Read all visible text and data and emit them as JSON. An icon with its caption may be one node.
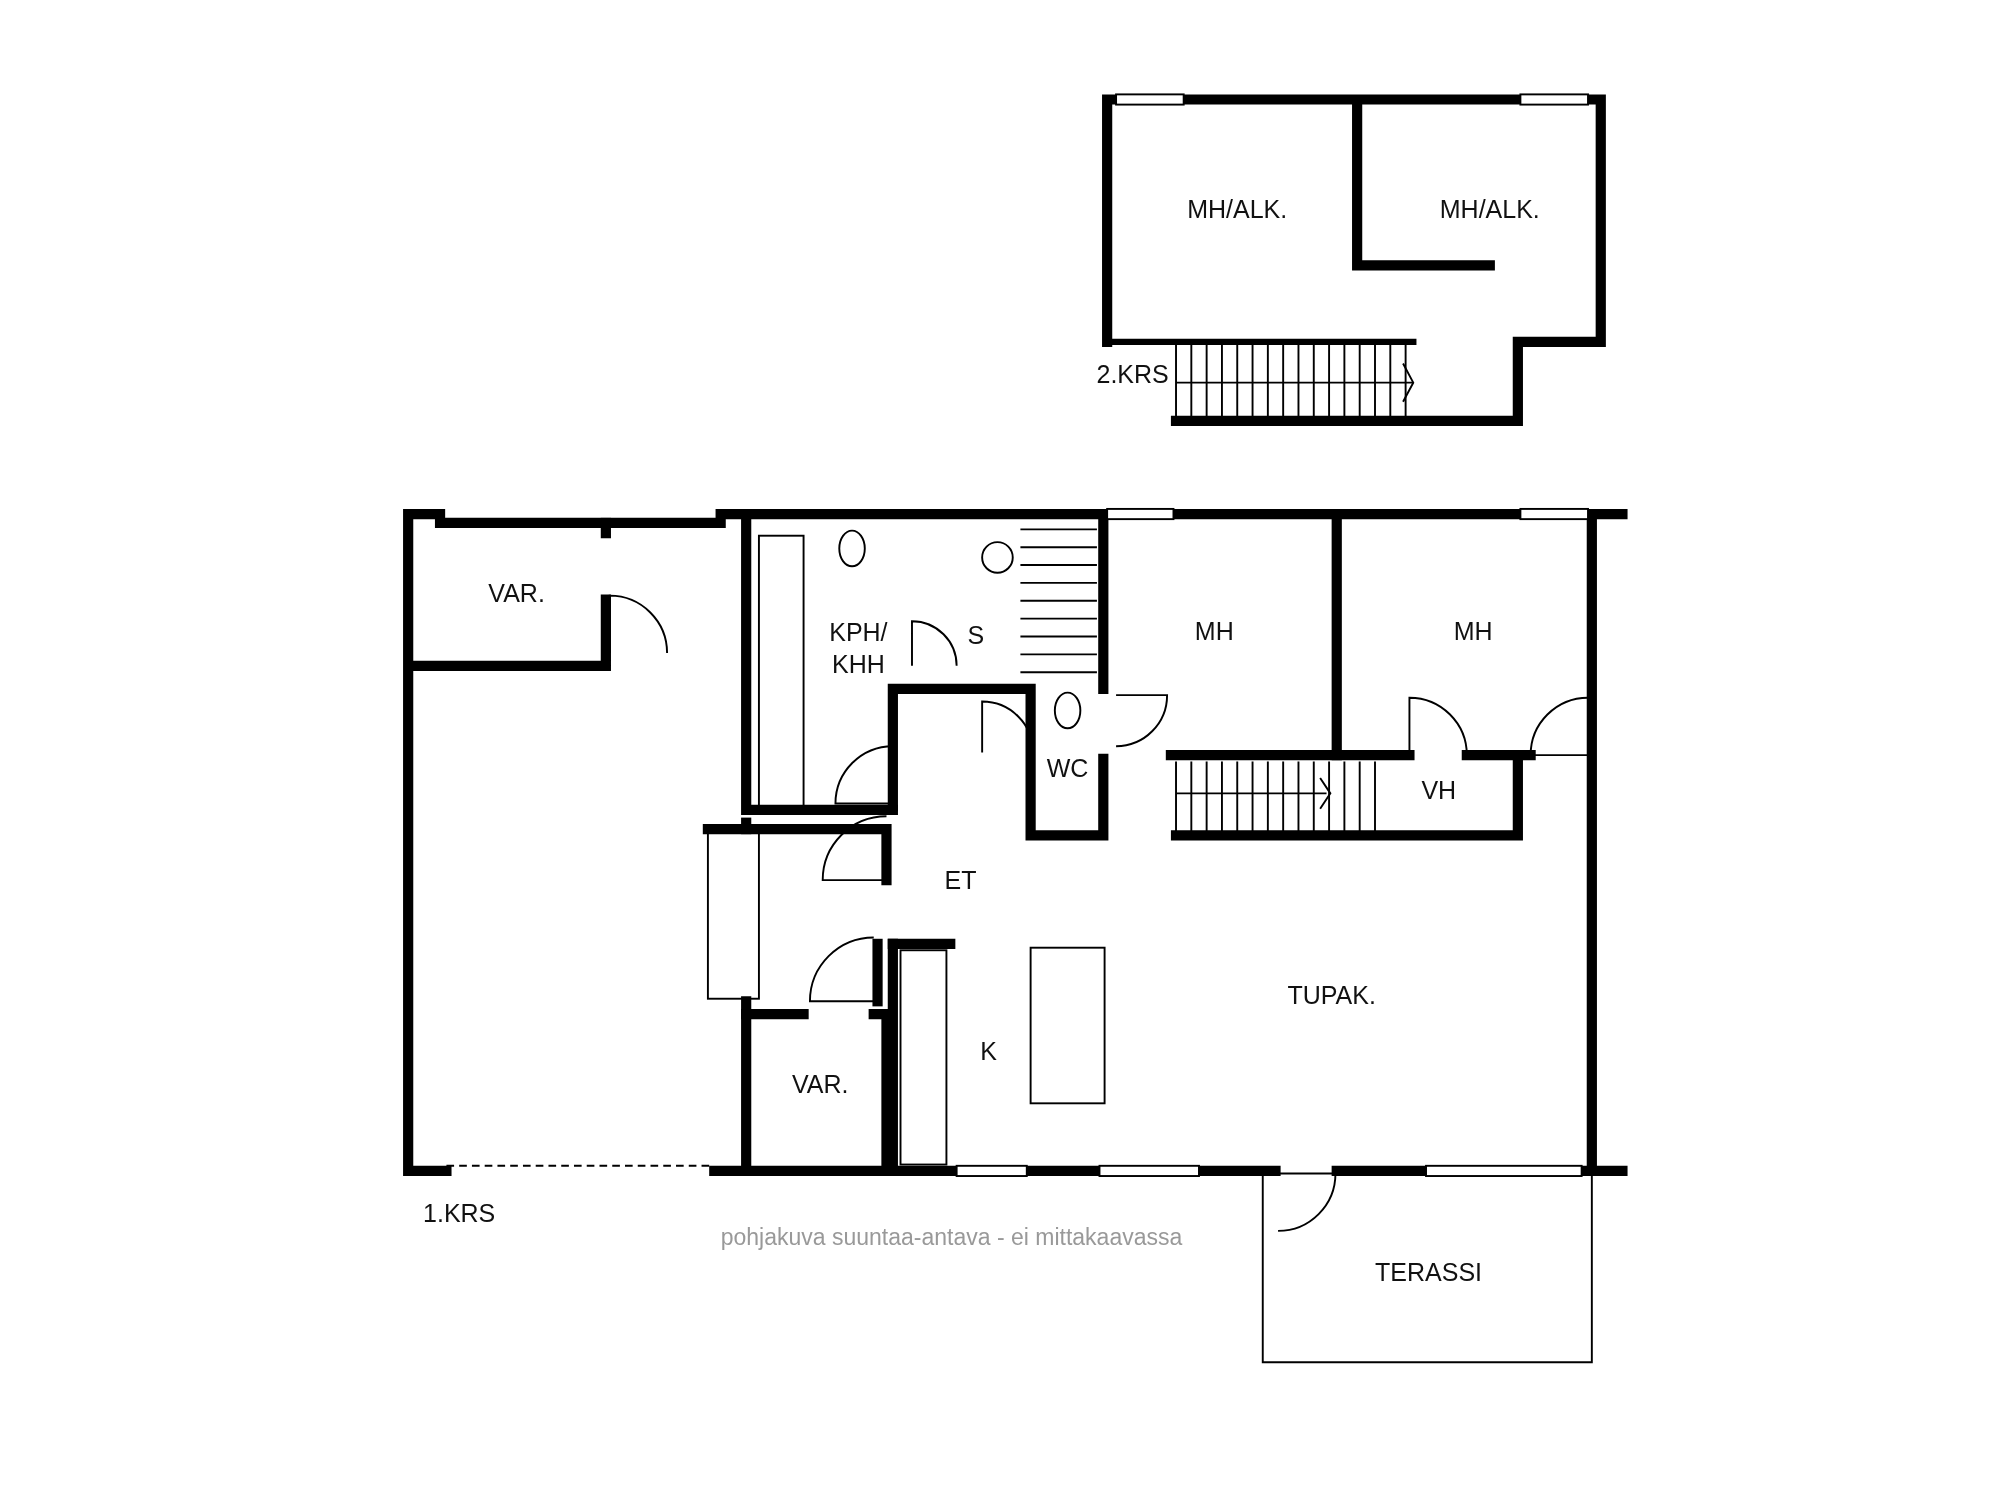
{
  "diagram": {
    "caption": "pohjakuva suuntaa-antava - ei mittakaavassa",
    "labels": [
      "MH/ALK.",
      "MH/ALK.",
      "2.KRS",
      "VAR.",
      "KPH/ KHH",
      "S",
      "MH",
      "MH",
      "WC",
      "VH",
      "ET",
      "TUPAK.",
      "K",
      "VAR.",
      "1.KRS",
      "TERASSI"
    ]
  }
}
